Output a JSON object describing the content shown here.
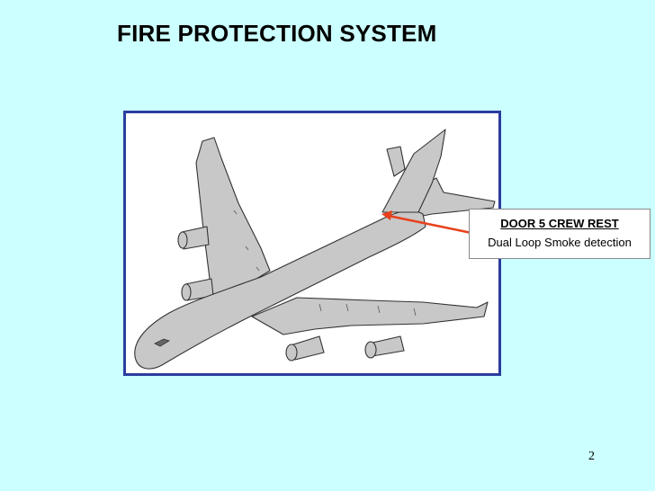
{
  "slide": {
    "title": "FIRE PROTECTION SYSTEM",
    "page_number": "2"
  },
  "callout": {
    "title": "DOOR 5 CREW REST",
    "text": "Dual Loop Smoke detection"
  },
  "colors": {
    "background": "#ccffff",
    "frame_border": "#2b3d9e",
    "airplane_fill": "#c8c8c8",
    "arrow": "#e8401c"
  },
  "icons": {
    "illustration": "airplane-icon"
  }
}
